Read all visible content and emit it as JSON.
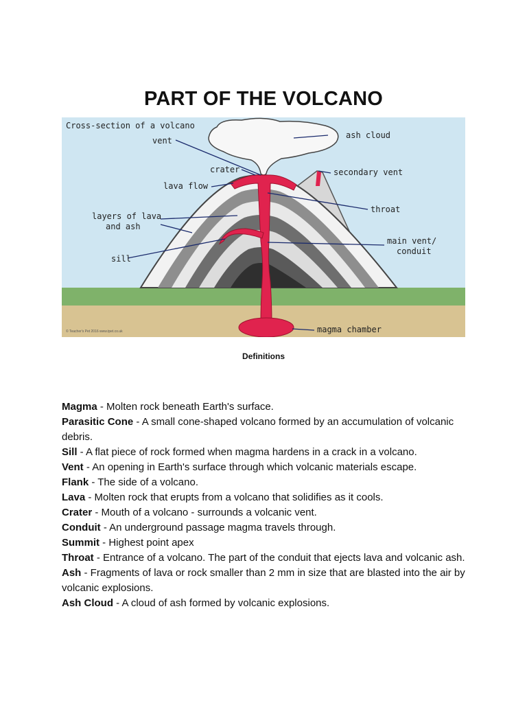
{
  "title": "PART OF THE VOLCANO",
  "diagram": {
    "heading": "Cross-section of a volcano",
    "labels": {
      "vent": "vent",
      "crater": "crater",
      "lava_flow": "lava flow",
      "layers_1": "layers of lava",
      "layers_2": "and ash",
      "sill": "sill",
      "ash_cloud": "ash cloud",
      "secondary_vent": "secondary vent",
      "throat": "throat",
      "main_vent_1": "main vent/",
      "main_vent_2": "conduit",
      "magma_chamber": "magma chamber"
    },
    "credit": "© Teacher's Pet 2016  www.tpet.co.uk",
    "colors": {
      "sky": "#cfe6f2",
      "ground_green": "#7fb26a",
      "ground_sand": "#d8c392",
      "magma": "#e0234e"
    }
  },
  "caption": "Definitions",
  "definitions": [
    {
      "term": "Magma",
      "text": " - Molten rock beneath Earth's surface."
    },
    {
      "term": "Parasitic Cone",
      "text": " - A small cone-shaped volcano formed by an accumulation of volcanic debris."
    },
    {
      "term": "Sill",
      "text": " - A flat piece of rock formed when magma hardens in a crack in a volcano."
    },
    {
      "term": "Vent",
      "text": " - An opening in Earth's surface through which volcanic materials escape."
    },
    {
      "term": "Flank",
      "text": " - The side of a volcano."
    },
    {
      "term": "Lava",
      "text": " - Molten rock that erupts from a volcano that solidifies as it cools."
    },
    {
      "term": "Crater",
      "text": " - Mouth of a volcano - surrounds a volcanic vent."
    },
    {
      "term": "Conduit",
      "text": " - An underground passage magma travels through."
    },
    {
      "term": "Summit",
      "text": " - Highest point apex"
    },
    {
      "term": "Throat",
      "text": " - Entrance of a volcano. The part of the conduit that ejects lava and volcanic ash."
    },
    {
      "term": "Ash",
      "text": " - Fragments of lava or rock smaller than 2 mm in size that are blasted into the air by volcanic explosions."
    },
    {
      "term": "Ash Cloud",
      "text": " - A cloud of ash formed by volcanic explosions."
    }
  ]
}
